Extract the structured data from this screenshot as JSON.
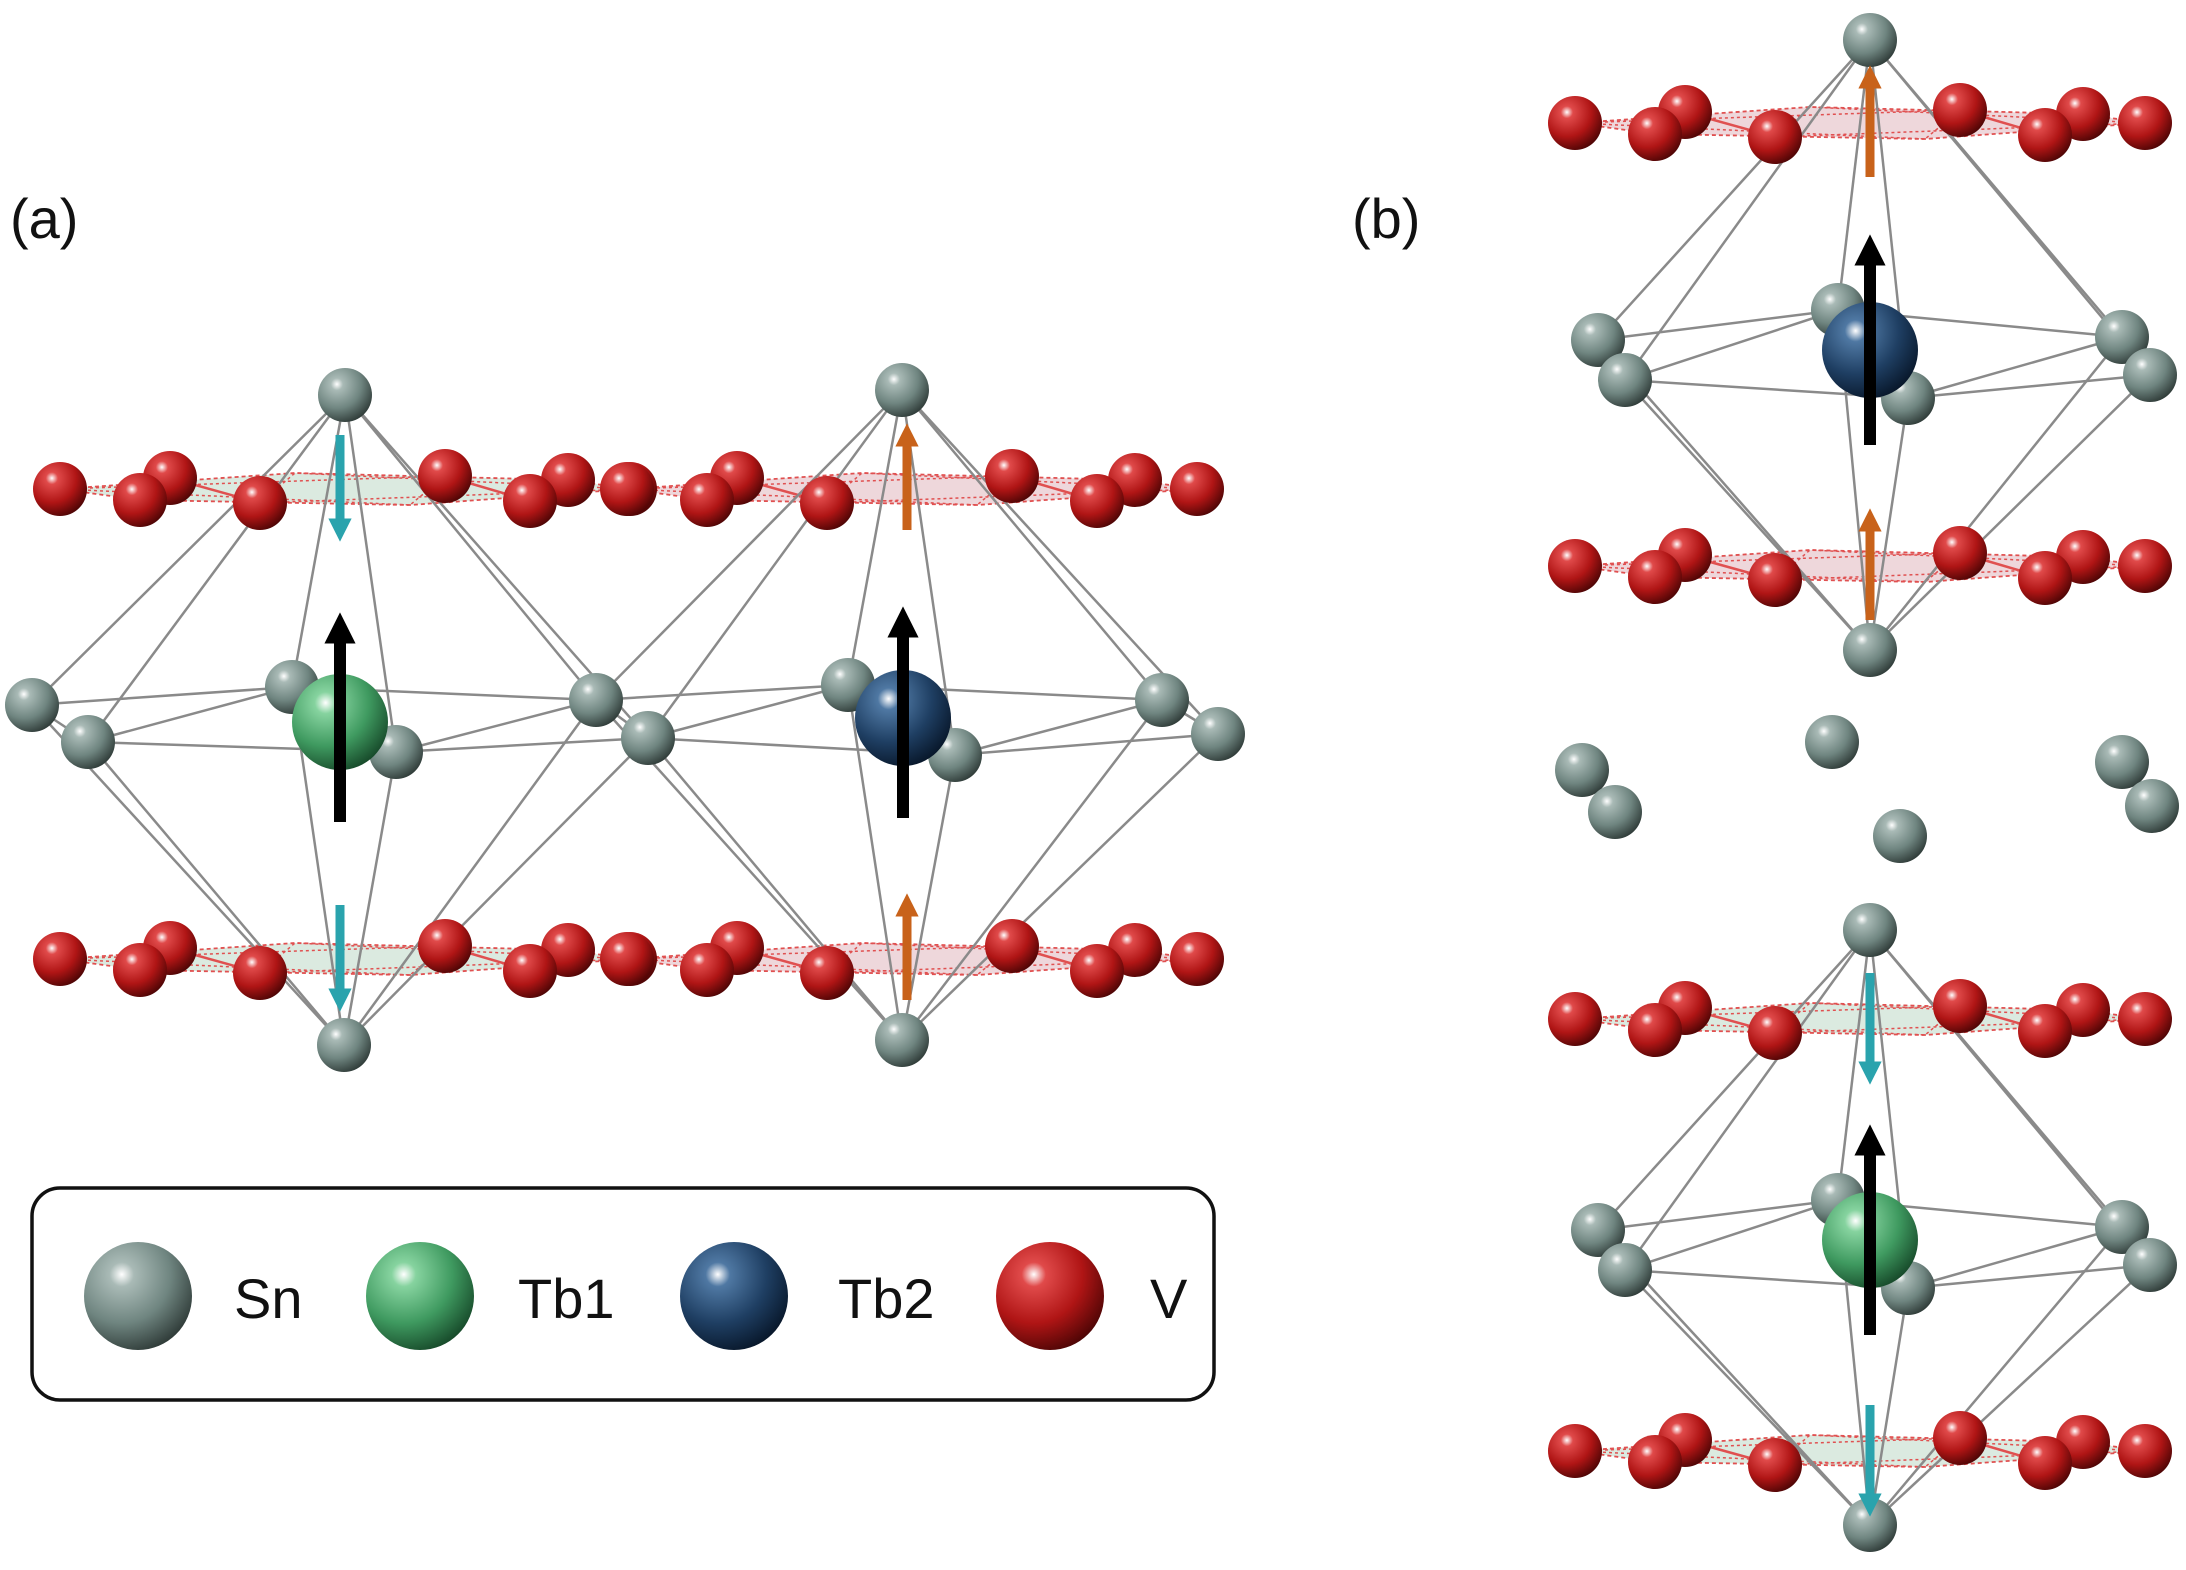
{
  "panels": [
    {
      "label": "(a)"
    },
    {
      "label": "(b)"
    }
  ],
  "legend": {
    "items": [
      {
        "label": "Sn",
        "color": "#6f8580"
      },
      {
        "label": "Tb1",
        "color": "#3f9a60"
      },
      {
        "label": "Tb2",
        "color": "#1f3f63"
      },
      {
        "label": "V",
        "color": "#b01515"
      }
    ]
  },
  "colors": {
    "Sn": "#6f8580",
    "Tb1": "#3f9a60",
    "Tb2": "#1f3f63",
    "V": "#b01515",
    "bond": "#8a8a8a",
    "plane_green": "#cfe3d6",
    "plane_red": "#e8c9cf",
    "plane_edge": "#e05050",
    "moment_rare_earth": "#000000",
    "moment_V_down": "#2aa3ad",
    "moment_V_up": "#c8621a"
  }
}
